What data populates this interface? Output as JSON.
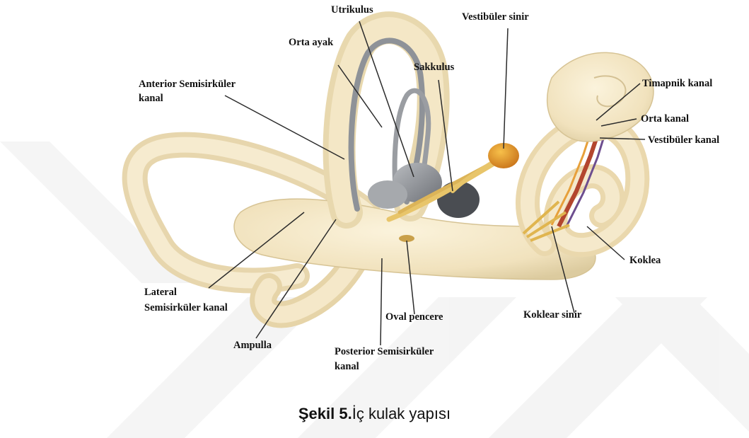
{
  "labels": {
    "utrikulus": "Utrikulus",
    "vestibuler_sinir": "Vestibüler sinir",
    "orta_ayak": "Orta ayak",
    "sakkulus": "Sakkulus",
    "anterior_line1": "Anterior Semisirküler",
    "anterior_line2": "kanal",
    "timpanik_kanal": "Timapnik kanal",
    "orta_kanal": "Orta kanal",
    "vestibuler_kanal": "Vestibüler kanal",
    "koklea": "Koklea",
    "lateral_line1": "Lateral",
    "lateral_line2": "Semisirküler kanal",
    "oval_pencere": "Oval pencere",
    "koklear_sinir": "Koklear sinir",
    "ampulla": "Ampulla",
    "posterior_line1": "Posterior Semisirküler",
    "posterior_line2": "kanal"
  },
  "caption": {
    "bold": "Şekil 5.",
    "text": "İç kulak yapısı"
  },
  "colors": {
    "bone": "#f3e6c4",
    "bone_shadow": "#d9c79b",
    "membrane_gray": "#8b8f95",
    "nerve_yellow": "#e8c56a",
    "nerve_orange": "#e09a2a",
    "leader": "#333333"
  }
}
